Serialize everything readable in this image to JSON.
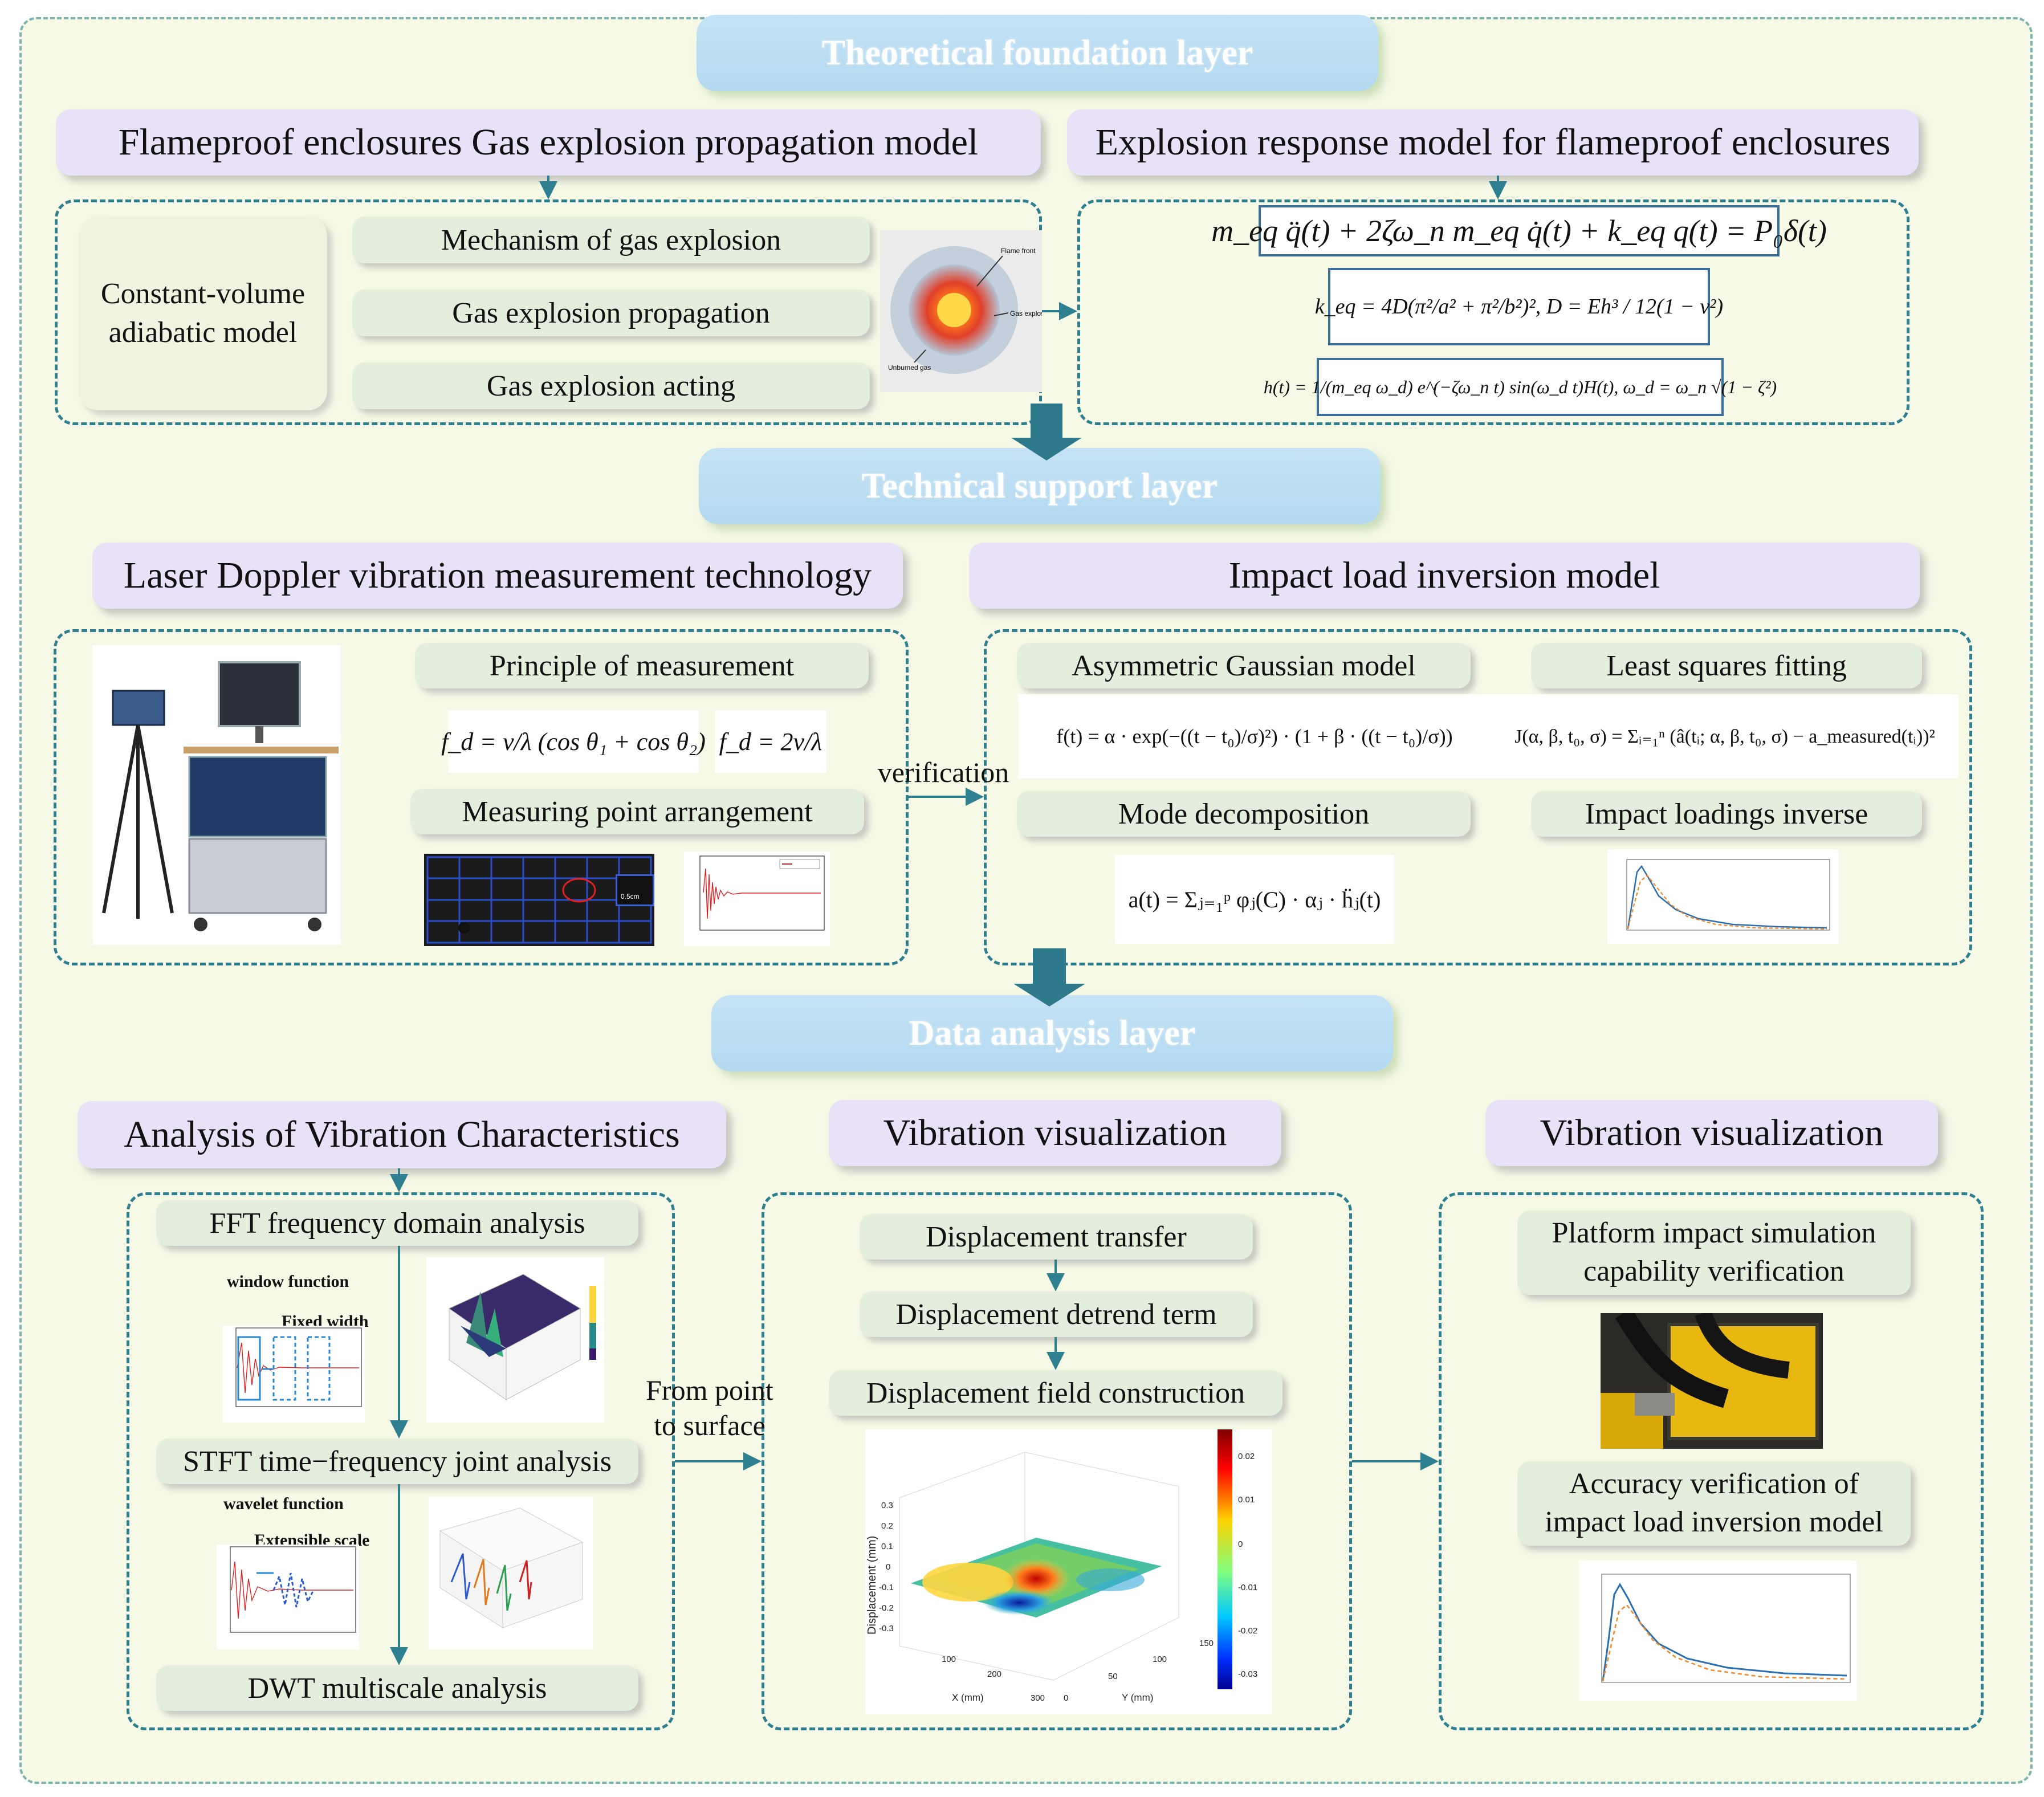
{
  "layers": {
    "theoretical": "Theoretical foundation layer",
    "technical": "Technical support layer",
    "data": "Data analysis layer"
  },
  "theory": {
    "left_title": "Flameproof enclosures Gas explosion propagation model",
    "right_title": "Explosion response model for flameproof enclosures",
    "cv_model": "Constant-volume adiabatic model",
    "items": [
      "Mechanism of gas explosion",
      "Gas explosion propagation",
      "Gas explosion acting"
    ],
    "explosion_image_labels": {
      "flame_front": "Flame front",
      "gas_explosion": "Gas explosion",
      "unburned": "Unburned gas"
    },
    "eq1": "m_eq q̈(t) + 2ζω_n m_eq q̇(t) + k_eq q(t) = P₀δ(t)",
    "eq2": "k_eq = 4D(π²/a² + π²/b²)²,   D = Eh³ / 12(1 − ν²)",
    "eq3": "h(t) = 1/(m_eq ω_d) e^(−ζω_n t) sin(ω_d t)H(t),   ω_d = ω_n √(1 − ζ²)"
  },
  "technical": {
    "left_title": "Laser Doppler vibration measurement technology",
    "right_title": "Impact load inversion model",
    "principle": "Principle of measurement",
    "fd1": "f_d = v/λ (cos θ₁ + cos θ₂)",
    "fd2": "f_d = 2v/λ",
    "measuring": "Measuring point arrangement",
    "verification": "verification",
    "asym": "Asymmetric Gaussian model",
    "least": "Least squares fitting",
    "gauss_eq": "f(t) = α · exp(−((t − t₀)/σ)²) · (1 + β · ((t − t₀)/σ))",
    "ls_eq": "J(α, β, t₀, σ) = Σᵢ₌₁ⁿ (â(tᵢ; α, β, t₀, σ) − a_measured(tᵢ))²",
    "mode": "Mode decomposition",
    "impact": "Impact loadings inverse",
    "mode_eq": "a(t) = Σⱼ₌₁ᵖ φⱼ(C) · αⱼ · ḧⱼ(t)",
    "measure_scale": "0.5cm"
  },
  "analysis": {
    "col1_title": "Analysis of Vibration Characteristics",
    "col2_title": "Vibration visualization",
    "col3_title": "Vibration visualization",
    "fft": "FFT frequency domain analysis",
    "stft": "STFT time−frequency joint analysis",
    "dwt": "DWT multiscale analysis",
    "window_function": "window function",
    "fixed_width": "Fixed width",
    "wavelet_function": "wavelet function",
    "extensible_scale": "Extensible scale",
    "point_to_surface": "From point to surface",
    "disp_transfer": "Displacement transfer",
    "disp_detrend": "Displacement detrend term",
    "disp_field": "Displacement field construction",
    "plot3d": {
      "zlabel": "Displacement (mm)",
      "xlabel": "X (mm)",
      "ylabel": "Y (mm)",
      "zticks": [
        "0.3",
        "0.2",
        "0.1",
        "0",
        "-0.1",
        "-0.2",
        "-0.3"
      ],
      "xticks": [
        "100",
        "200",
        "300"
      ],
      "yticks": [
        "0",
        "50",
        "100",
        "150"
      ],
      "cbar_ticks": [
        "0.02",
        "0.01",
        "0",
        "-0.01",
        "-0.02",
        "-0.03"
      ]
    },
    "platform": "Platform impact simulation capability verification",
    "accuracy": "Accuracy verification of impact load inversion model"
  },
  "colors": {
    "background": "#f5f9e6",
    "dashed_border": "#2e7f8f",
    "layer_fill": "#b3d9f0",
    "title_fill": "#e8e1f7",
    "item_fill": "#e3efdc",
    "arrow": "#2e7f8f"
  }
}
